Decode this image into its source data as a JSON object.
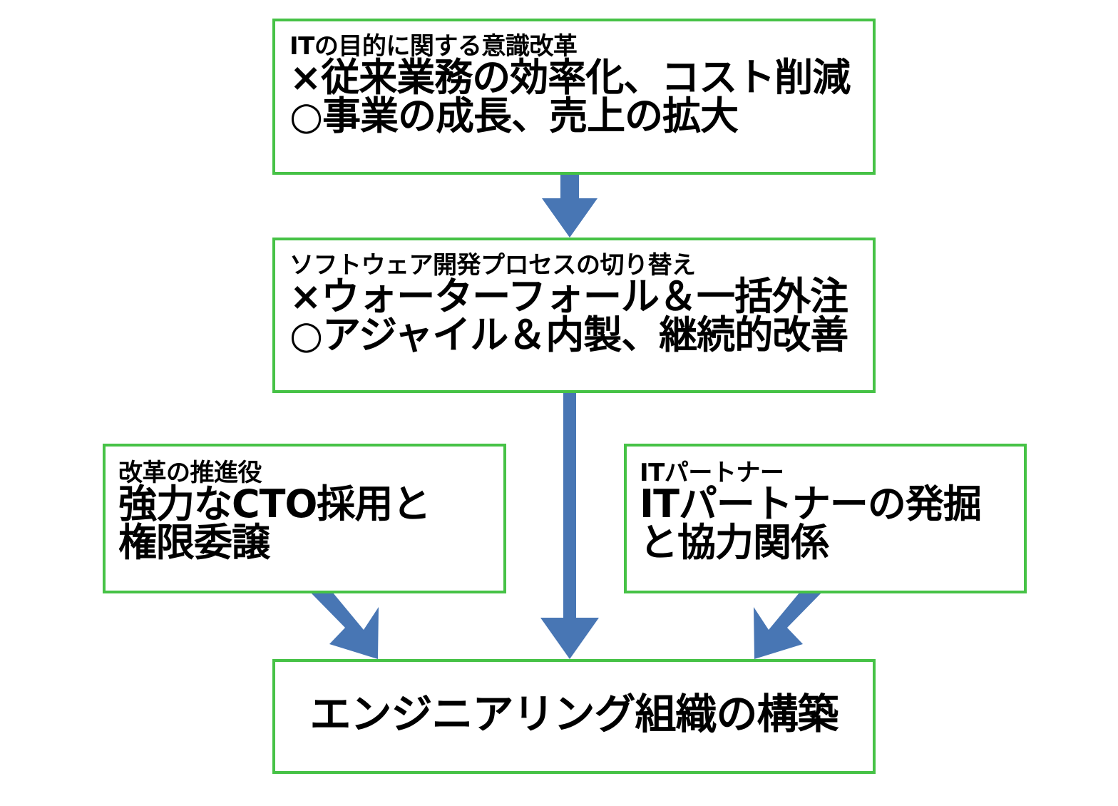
{
  "meta": {
    "title": "エンジニアリング組織の構築 フロー図",
    "colors": {
      "box_border": "#46c246",
      "arrow": "#4876b4",
      "text": "#000000",
      "background": "#ffffff"
    }
  },
  "nodes": {
    "awareness": {
      "name": "ITの目的に関する意識改革",
      "heading": "ITの目的に関する意識改革",
      "bad": "×従来業務の効率化、コスト削減",
      "good": "○事業の成長、売上の拡大"
    },
    "process": {
      "name": "ソフトウェア開発プロセスの切り替え",
      "heading": "ソフトウェア開発プロセスの切り替え",
      "bad": "×ウォーターフォール＆一括外注",
      "good": "○アジャイル＆内製、継続的改善"
    },
    "cto": {
      "name": "改革の推進役",
      "heading": "改革の推進役",
      "body_line1": "強力なCTO採用と",
      "body_line2": "権限委譲"
    },
    "partner": {
      "name": "ITパートナー",
      "heading": "ITパートナー",
      "body_line1": "ITパートナーの発掘",
      "body_line2": "と協力関係"
    },
    "goal": {
      "name": "エンジニアリング組織の構築",
      "title": "エンジニアリング組織の構築"
    }
  },
  "arrows": [
    {
      "id": "awareness-to-process",
      "icon": "arrow-down-icon",
      "from": "awareness",
      "to": "process",
      "direction": "down"
    },
    {
      "id": "process-to-goal",
      "icon": "arrow-down-icon",
      "from": "process",
      "to": "goal",
      "direction": "down"
    },
    {
      "id": "cto-to-goal",
      "icon": "arrow-down-right-icon",
      "from": "cto",
      "to": "goal",
      "direction": "down-right"
    },
    {
      "id": "partner-to-goal",
      "icon": "arrow-down-left-icon",
      "from": "partner",
      "to": "goal",
      "direction": "down-left"
    }
  ]
}
